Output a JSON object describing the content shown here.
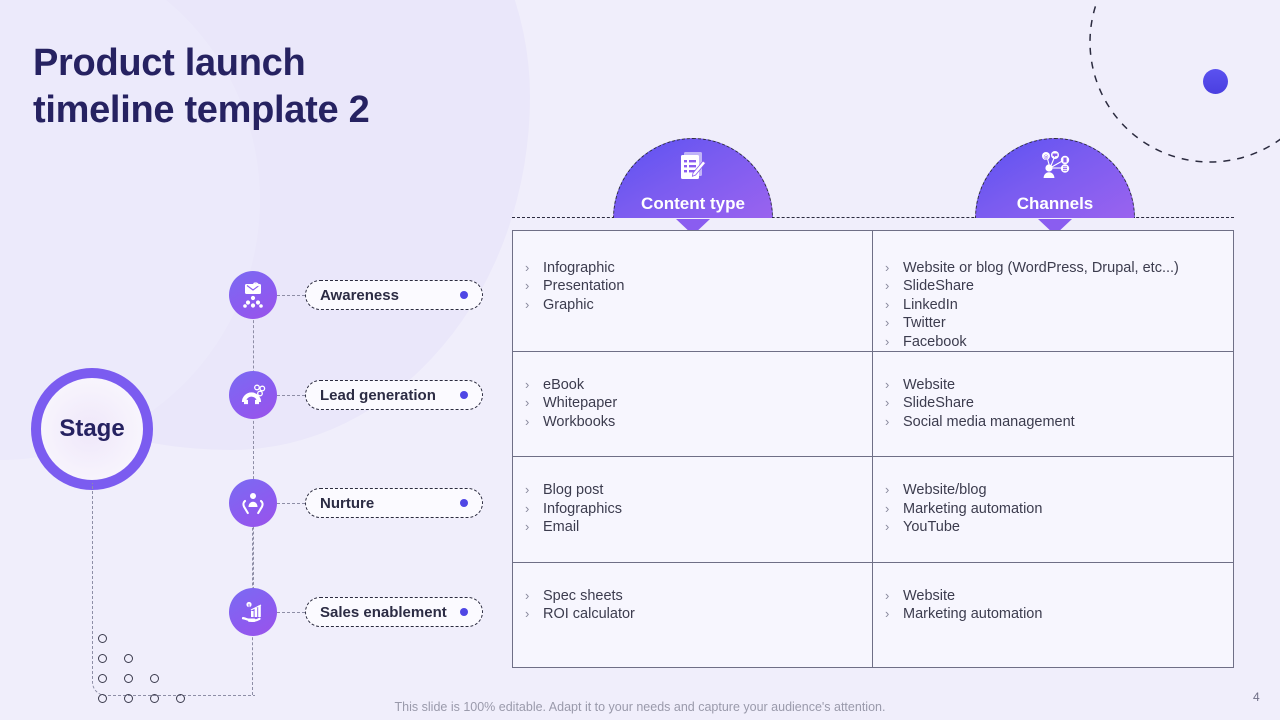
{
  "slide": {
    "title_line1": "Product launch",
    "title_line2": "timeline template 2",
    "footer_note": "This slide is 100% editable. Adapt it to your needs and capture your audience's attention.",
    "page_number": "4"
  },
  "stage": {
    "label": "Stage",
    "items": [
      {
        "label": "Awareness",
        "icon": "megaphone-audience-icon"
      },
      {
        "label": "Lead generation",
        "icon": "magnet-icon"
      },
      {
        "label": "Nurture",
        "icon": "hands-holding-person-icon"
      },
      {
        "label": "Sales enablement",
        "icon": "hand-growth-chart-icon"
      }
    ]
  },
  "headers": [
    {
      "title": "Content type",
      "icon": "document-checklist-icon"
    },
    {
      "title": "Channels",
      "icon": "social-network-icon"
    }
  ],
  "table": {
    "rows": [
      {
        "content_type": [
          "Infographic",
          "Presentation",
          "Graphic"
        ],
        "channels": [
          "Website or blog (WordPress, Drupal, etc...)",
          "SlideShare",
          "LinkedIn",
          "Twitter",
          "Facebook"
        ]
      },
      {
        "content_type": [
          "eBook",
          "Whitepaper",
          "Workbooks"
        ],
        "channels": [
          "Website",
          "SlideShare",
          "Social media management"
        ]
      },
      {
        "content_type": [
          "Blog post",
          "Infographics",
          "Email"
        ],
        "channels": [
          "Website/blog",
          "Marketing automation",
          "YouTube"
        ]
      },
      {
        "content_type": [
          "Spec sheets",
          "ROI calculator"
        ],
        "channels": [
          "Website",
          "Marketing automation"
        ]
      }
    ],
    "bullet_glyph": "›"
  },
  "colors": {
    "background": "#f0eefb",
    "title": "#262261",
    "accent_purple": "#7b5cf0",
    "accent_blue_dot": "#4f46e5",
    "table_border": "#6f6f86",
    "body_text": "#3c3c4e"
  }
}
